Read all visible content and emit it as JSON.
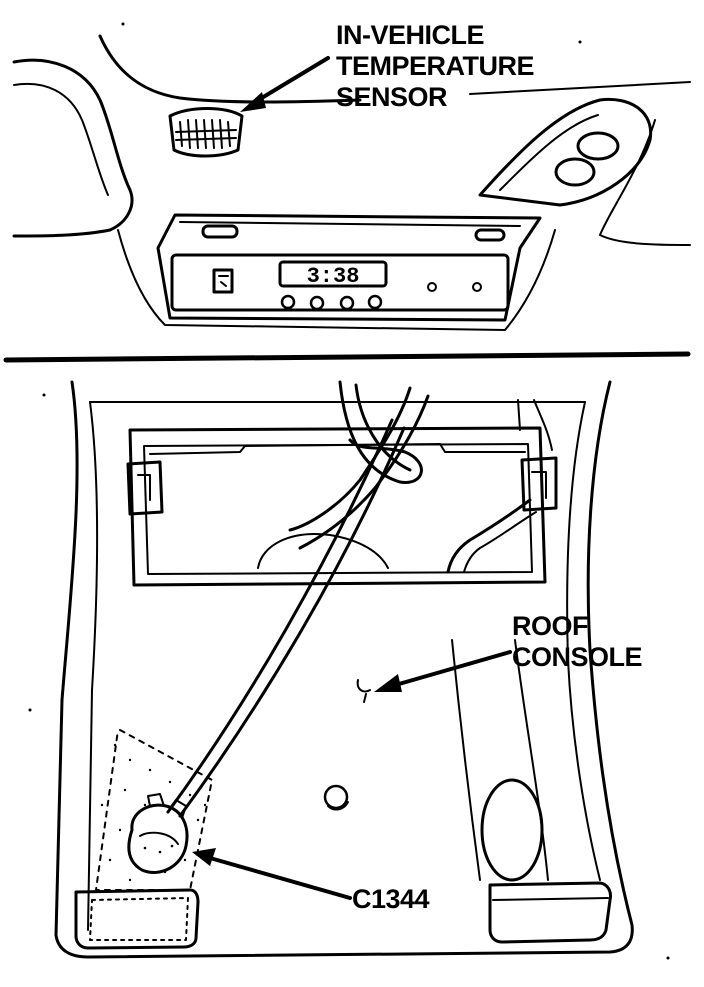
{
  "figure": {
    "callouts": {
      "in_vehicle_sensor": [
        "IN-VEHICLE",
        "TEMPERATURE",
        "SENSOR"
      ],
      "roof_console": [
        "ROOF",
        "CONSOLE"
      ],
      "connector": "C1344"
    },
    "clock_display": "3:38"
  }
}
